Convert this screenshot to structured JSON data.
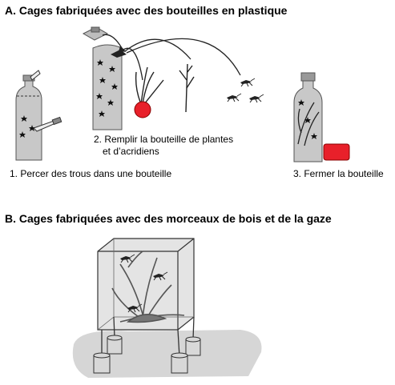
{
  "section_a": {
    "title": "A. Cages fabriquées avec des bouteilles en plastique",
    "step1": "1. Percer des trous dans une bouteille",
    "step2_line1": "2. Remplir la bouteille de plantes",
    "step2_line2": "et d’acridiens",
    "step3": "3. Fermer la bouteille"
  },
  "section_b": {
    "title": "B. Cages fabriquées avec des morceaux de bois et de la gaze"
  },
  "colors": {
    "bottle": "#c8c8c8",
    "lid": "#bdbdbd",
    "shadow": "#d6d6d6",
    "plant_pot": "#e8202a",
    "mesh": "#e4e4e4"
  }
}
